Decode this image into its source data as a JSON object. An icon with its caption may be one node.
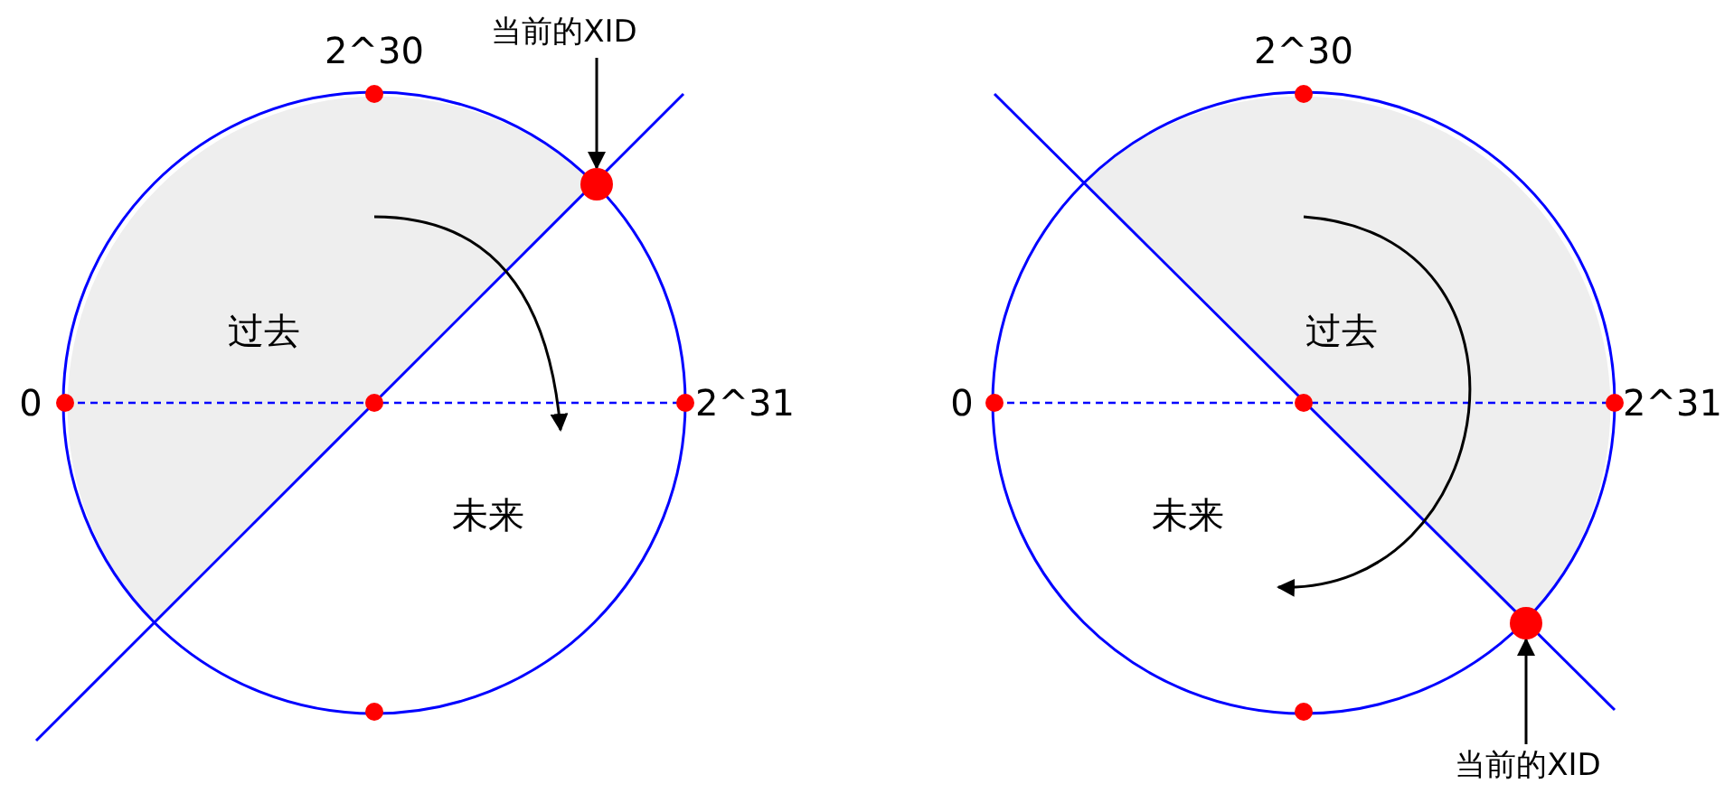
{
  "diagram": {
    "nodes": [
      {
        "text": [
          "当前的XID"
        ]
      },
      {
        "text": [],
        "shape": "circle"
      },
      {
        "text": [],
        "shape": "circle"
      },
      {
        "text": [
          "当前的XID"
        ]
      }
    ],
    "edges": [
      {
        "from": 0,
        "to": 1,
        "arrow": "to"
      },
      {
        "from": 3,
        "to": 2,
        "arrow": "to"
      }
    ],
    "labels": [
      "2^30",
      "0",
      "过去",
      "2^31",
      "未来",
      "2^30",
      "过去",
      "0",
      "2^31",
      "未来"
    ]
  }
}
